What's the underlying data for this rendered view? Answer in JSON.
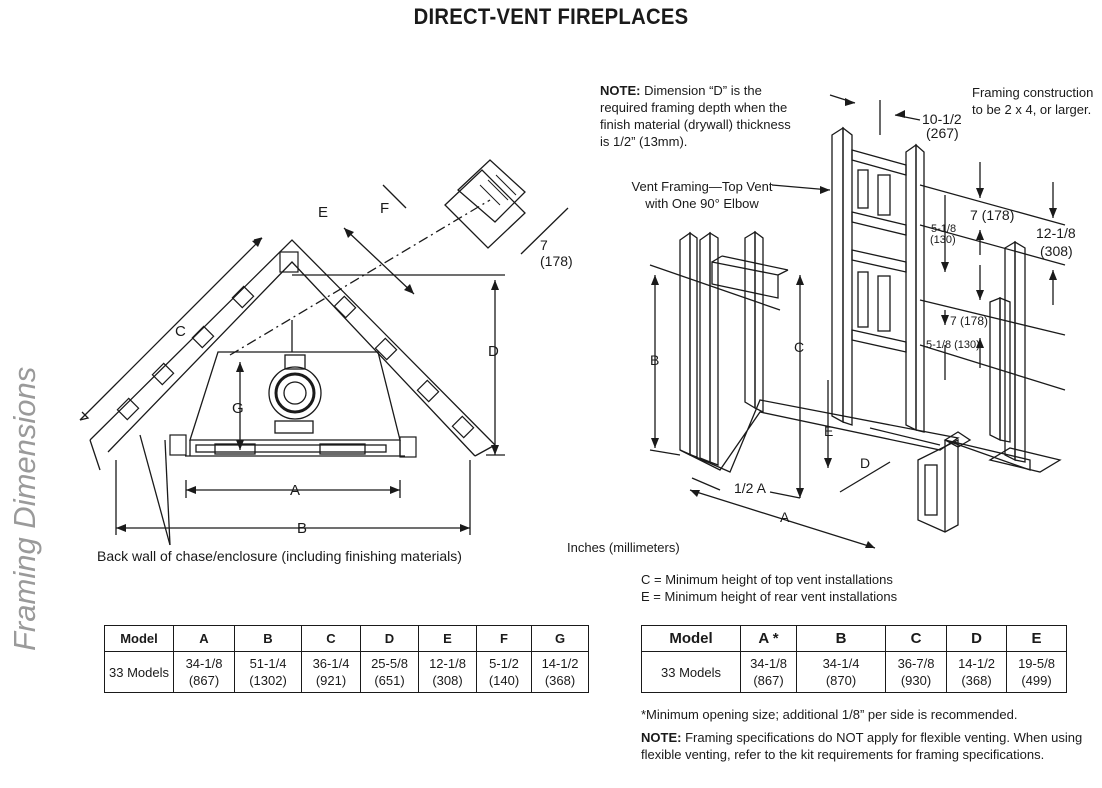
{
  "title": "DIRECT-VENT FIREPLACES",
  "side_heading": "Framing Dimensions",
  "left_diagram": {
    "labels": {
      "A": "A",
      "B": "B",
      "C": "C",
      "D": "D",
      "E": "E",
      "F": "F",
      "G": "G",
      "seven": "7",
      "seven_mm": "(178)"
    },
    "caption": "Back wall of chase/enclosure (including finishing materials)"
  },
  "right_diagram": {
    "note_bold": "NOTE:",
    "note_lines": [
      " Dimension “D” is the",
      "required framing depth when the",
      "finish material (drywall) thickness",
      "is 1/2” (13mm)."
    ],
    "framing_note": [
      "Framing construction",
      "to be 2 x 4, or larger."
    ],
    "vent_framing": [
      "Vent Framing—Top Vent",
      "with One 90° Elbow"
    ],
    "dims": {
      "d10": "10-1/2",
      "d10mm": "(267)",
      "d7a": "7 (178)",
      "d5a": "5-1/8",
      "d5amm": "(130)",
      "d12": "12-1/8",
      "d12mm": "(308)",
      "d7b": "7 (178)",
      "d5b": "5-1/8 (130)",
      "B": "B",
      "C": "C",
      "E": "E",
      "D": "D",
      "A": "A",
      "halfA": "1/2 A"
    },
    "units": "Inches (millimeters)",
    "legend": [
      "C = Minimum height of top vent installations",
      "E = Minimum height of rear vent installations"
    ]
  },
  "table_left": {
    "headers": [
      "Model",
      "A",
      "B",
      "C",
      "D",
      "E",
      "F",
      "G"
    ],
    "row": [
      "33 Models",
      "34-1/8",
      "51-1/4",
      "36-1/4",
      "25-5/8",
      "12-1/8",
      "5-1/2",
      "14-1/2"
    ],
    "row_mm": [
      "",
      "(867)",
      "(1302)",
      "(921)",
      "(651)",
      "(308)",
      "(140)",
      "(368)"
    ]
  },
  "table_right": {
    "headers": [
      "Model",
      "A *",
      "B",
      "C",
      "D",
      "E"
    ],
    "row": [
      "33 Models",
      "34-1/8",
      "34-1/4",
      "36-7/8",
      "14-1/2",
      "19-5/8"
    ],
    "row_mm": [
      "",
      "(867)",
      "(870)",
      "(930)",
      "(368)",
      "(499)"
    ]
  },
  "footnote": "*Minimum opening size; additional 1/8” per side is recommended.",
  "note2_bold": "NOTE:",
  "note2_lines": [
    " Framing specifications do NOT apply for flexible venting. When using",
    "flexible venting, refer to the kit requirements for framing specifications."
  ]
}
